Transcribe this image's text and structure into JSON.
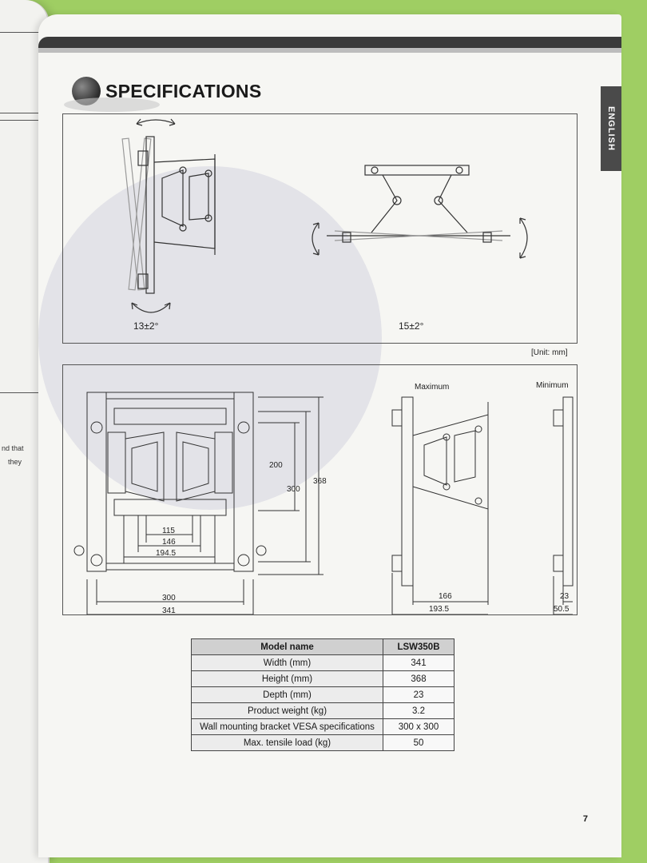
{
  "page": {
    "title": "SPECIFICATIONS",
    "language_tab": "ENGLISH",
    "page_number": "7",
    "left_page_fragments": [
      "nd that",
      "they"
    ]
  },
  "tilt_panel": {
    "vertical_angle": "13±2°",
    "horizontal_angle": "15±2°"
  },
  "dimensions_panel": {
    "unit": "[Unit: mm]",
    "maximum_label": "Maximum",
    "minimum_label": "Minimum",
    "front_dims": {
      "d115": "115",
      "d146": "146",
      "d194_5": "194.5",
      "d300_w": "300",
      "d341": "341",
      "d200": "200",
      "d300_h": "300",
      "d368": "368"
    },
    "side_dims": {
      "d166": "166",
      "d193_5": "193.5",
      "d23": "23",
      "d50_5": "50.5"
    }
  },
  "spec_table": {
    "header": {
      "key": "Model name",
      "value": "LSW350B"
    },
    "rows": [
      {
        "key": "Width (mm)",
        "value": "341"
      },
      {
        "key": "Height (mm)",
        "value": "368"
      },
      {
        "key": "Depth (mm)",
        "value": "23"
      },
      {
        "key": "Product weight (kg)",
        "value": "3.2"
      },
      {
        "key": "Wall mounting bracket VESA specifications",
        "value": "300 x 300"
      },
      {
        "key": "Max. tensile load (kg)",
        "value": "50"
      }
    ]
  }
}
